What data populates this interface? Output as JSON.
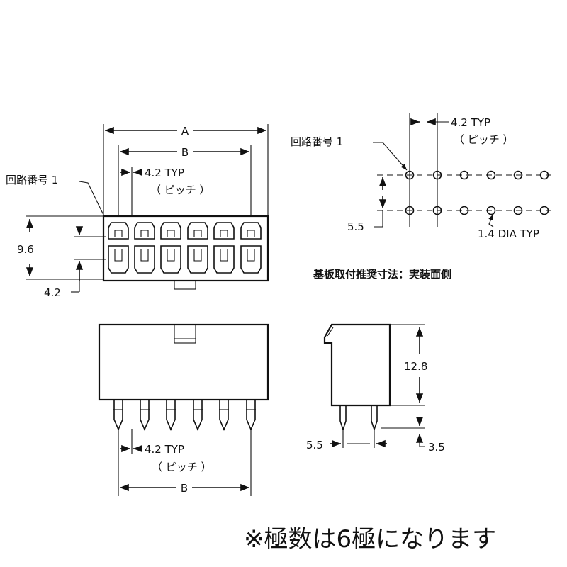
{
  "front_view": {
    "dim_a": "A",
    "dim_b": "B",
    "pitch": "4.2 TYP",
    "pitch_note": "（ ピッチ ）",
    "circuit_no": "回路番号 1",
    "height": "9.6",
    "row_pitch": "4.2"
  },
  "pcb_layout": {
    "pitch": "4.2 TYP",
    "pitch_note": "（ ピッチ ）",
    "circuit_no": "回路番号 1",
    "row_spacing": "5.5",
    "hole_dia": "1.4 DIA TYP",
    "title": "基板取付推奨寸法：実装面側"
  },
  "bottom_view": {
    "pitch": "4.2 TYP",
    "pitch_note": "（ ピッチ ）",
    "dim_b": "B"
  },
  "side_view": {
    "height": "12.8",
    "pin_spacing": "5.5",
    "pin_length": "3.5"
  },
  "footnote": "※極数は6極になります"
}
